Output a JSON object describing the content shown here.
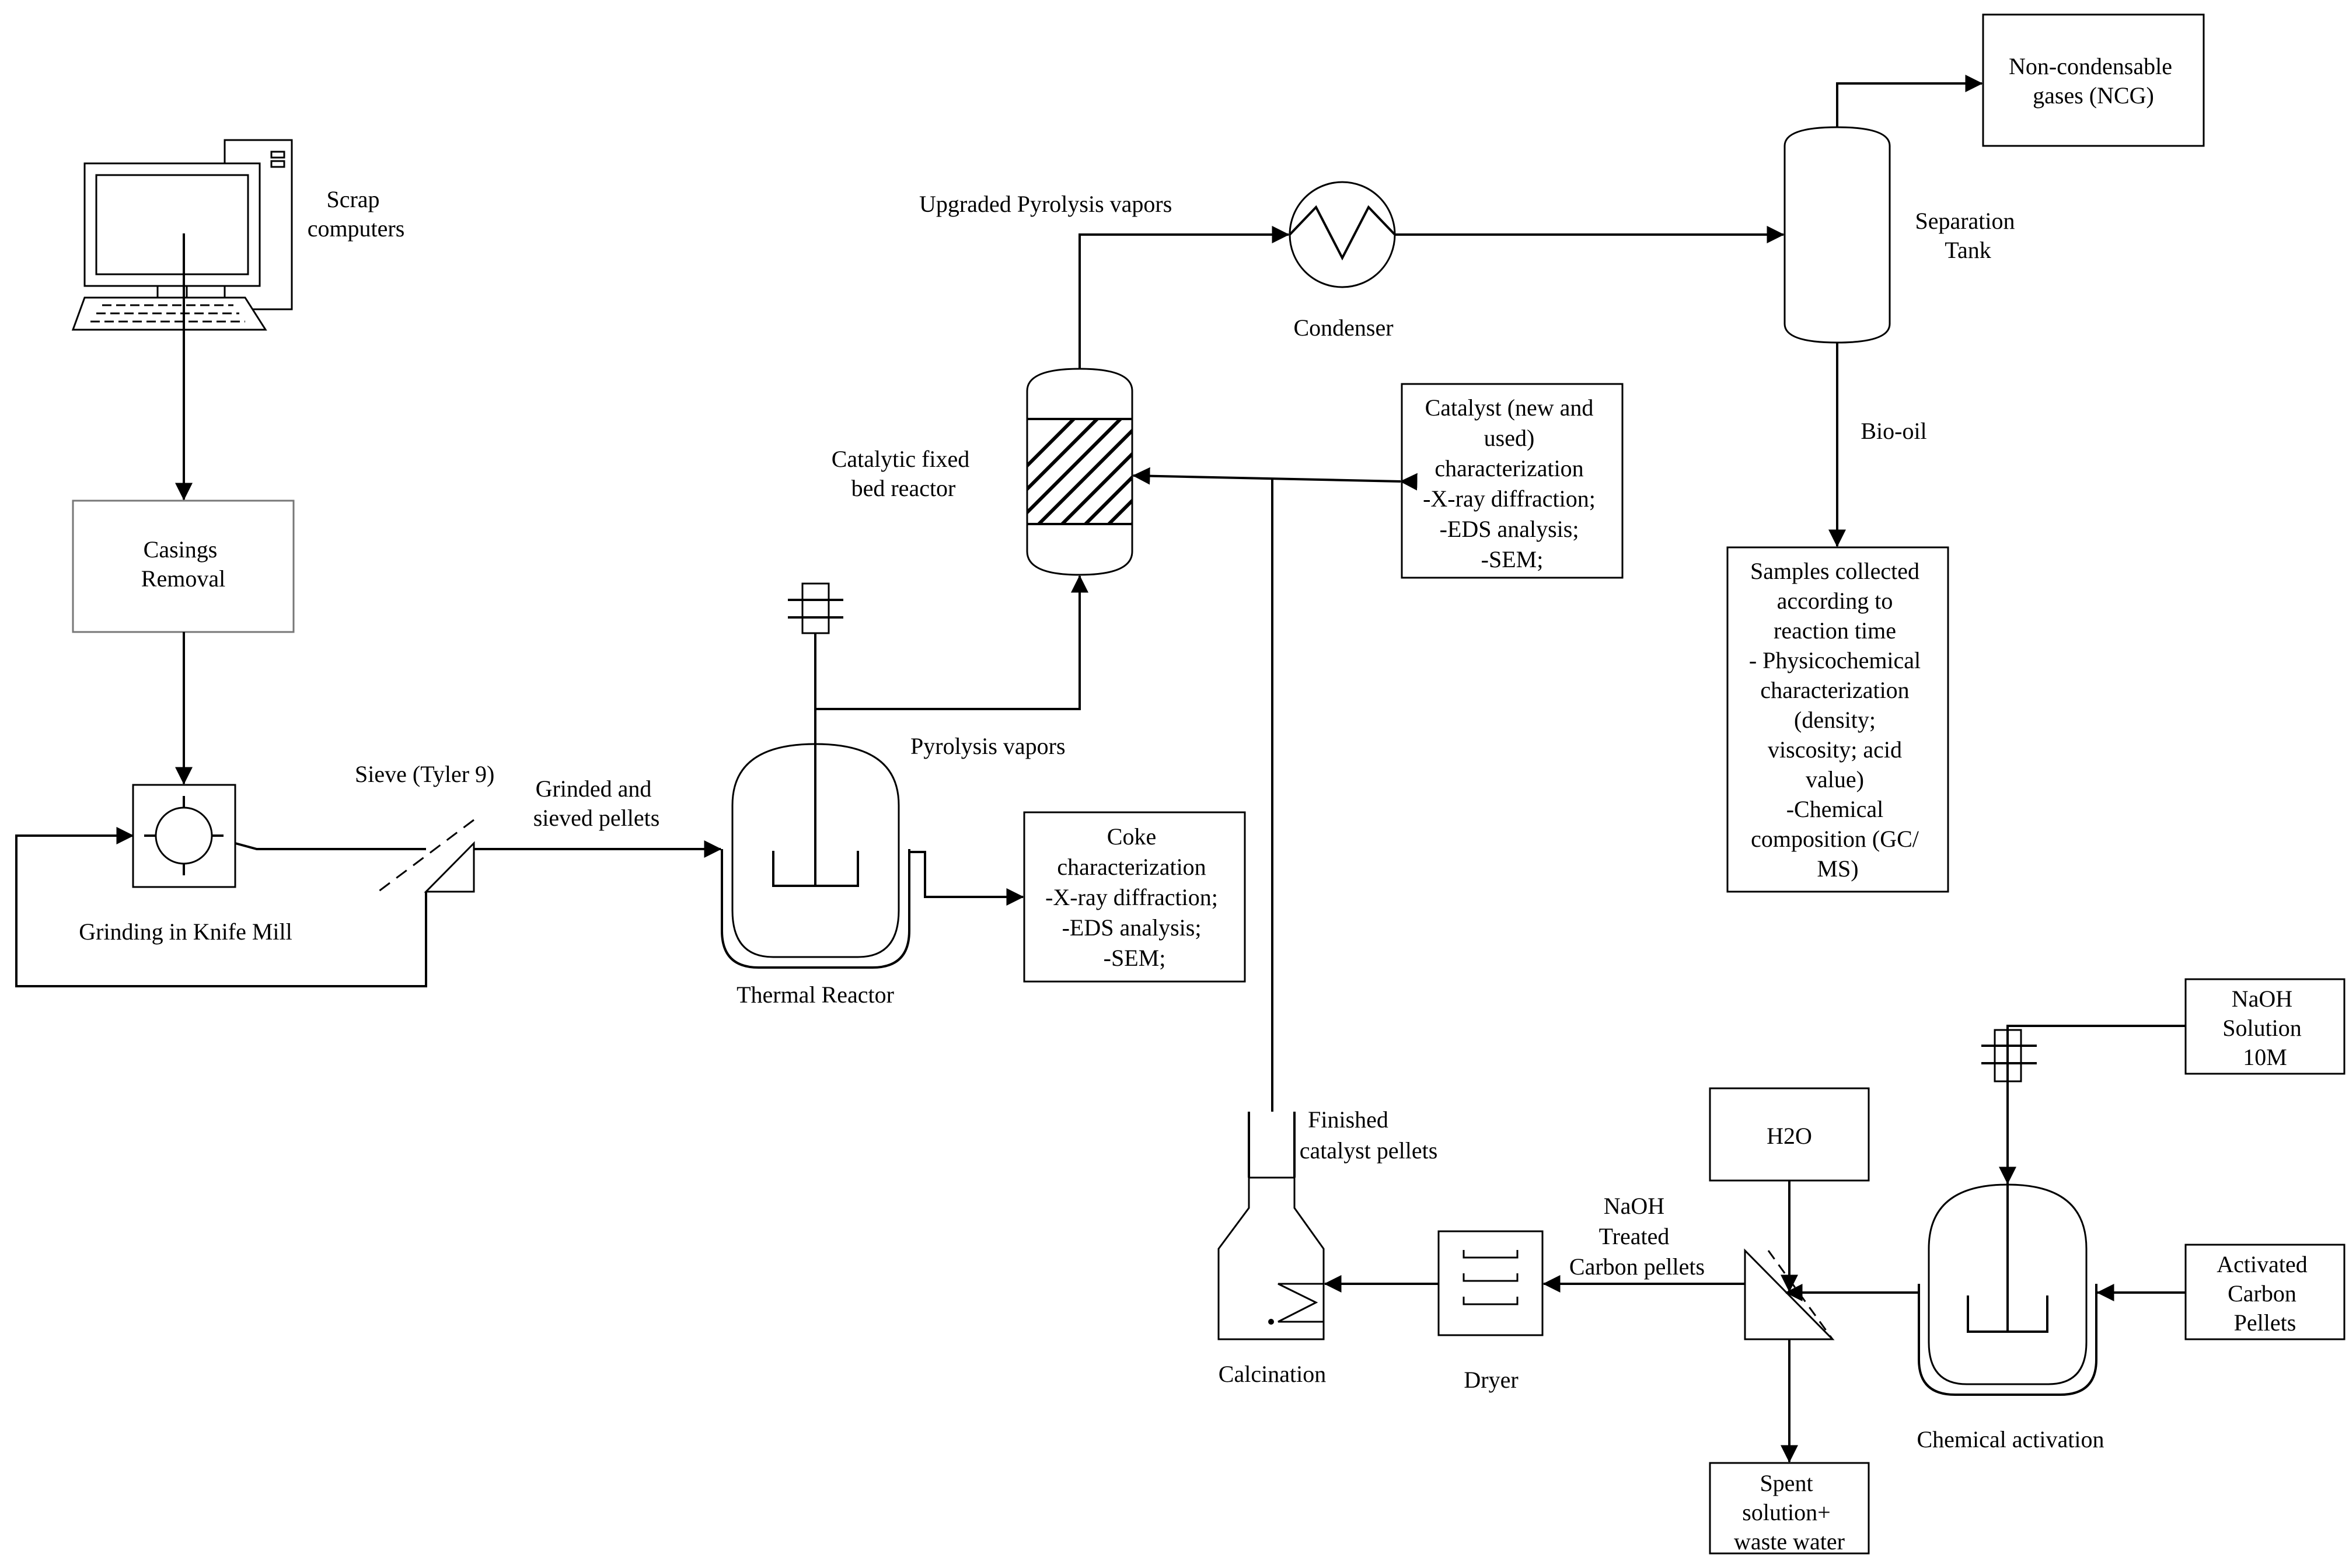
{
  "labels": {
    "scrap": [
      "Scrap",
      "computers"
    ],
    "upgraded": "Upgraded Pyrolysis vapors",
    "condenser": "Condenser",
    "separation": [
      "Separation",
      "Tank"
    ],
    "bio_oil": "Bio-oil",
    "catalytic": [
      "Catalytic fixed",
      "bed reactor"
    ],
    "sieve": "Sieve (Tyler 9)",
    "grinded": [
      "Grinded and",
      "sieved pellets"
    ],
    "pyrolysis": "Pyrolysis vapors",
    "grinding": "Grinding in Knife Mill",
    "thermal": "Thermal Reactor",
    "finished": [
      "Finished",
      "catalyst pellets"
    ],
    "naoh_treated": [
      "NaOH",
      "Treated",
      "Carbon pellets"
    ],
    "calcination": "Calcination",
    "dryer": "Dryer",
    "chem_activation": "Chemical activation"
  },
  "boxes": {
    "ncg": [
      "Non-condensable",
      "gases (NCG)"
    ],
    "casings": [
      "Casings",
      "Removal"
    ],
    "catalyst_char": [
      "Catalyst (new and",
      "used)",
      "characterization",
      "-X-ray diffraction;",
      "-EDS analysis;",
      "-SEM;"
    ],
    "samples": [
      "Samples collected",
      "according to",
      "reaction time",
      "- Physicochemical",
      "characterization",
      "(density;",
      "viscosity; acid",
      "value)",
      "-Chemical",
      "composition (GC/",
      "MS)"
    ],
    "coke": [
      "Coke",
      "characterization",
      "-X-ray diffraction;",
      "-EDS analysis;",
      "-SEM;"
    ],
    "naoh_solution": [
      "NaOH",
      "Solution",
      "10M"
    ],
    "h2o": "H2O",
    "activated": [
      "Activated",
      "Carbon",
      "Pellets"
    ],
    "spent": [
      "Spent",
      "solution+",
      "waste water"
    ]
  }
}
